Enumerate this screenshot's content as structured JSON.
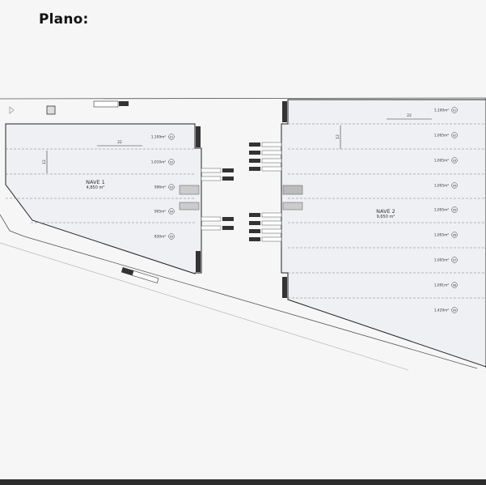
{
  "heading": "Plano:",
  "nave1": {
    "name": "NAVE 1",
    "area": "4,850 m²",
    "dim_width": "22",
    "dim_depth": "12",
    "units": [
      {
        "area": "1,109m²",
        "num": "01"
      },
      {
        "area": "1,010m²",
        "num": "02"
      },
      {
        "area": "996m²",
        "num": "03"
      },
      {
        "area": "905m²",
        "num": "04"
      },
      {
        "area": "830m²",
        "num": "05"
      }
    ]
  },
  "nave2": {
    "name": "NAVE 2",
    "area": "9,650 m²",
    "dim_width": "22",
    "dim_depth": "12",
    "units": [
      {
        "area": "1,100m²",
        "num": "01"
      },
      {
        "area": "1,005m²",
        "num": "02"
      },
      {
        "area": "1,005m²",
        "num": "03"
      },
      {
        "area": "1,005m²",
        "num": "04"
      },
      {
        "area": "1,005m²",
        "num": "05"
      },
      {
        "area": "1,005m²",
        "num": "06"
      },
      {
        "area": "1,005m²",
        "num": "07"
      },
      {
        "area": "1,091m²",
        "num": "08"
      },
      {
        "area": "1,429m²",
        "num": "09"
      }
    ]
  },
  "colors": {
    "background": "#f6f6f6",
    "building_fill": "#eef0f3",
    "outline": "#222222",
    "bottom_bar": "#2c2c2c"
  }
}
